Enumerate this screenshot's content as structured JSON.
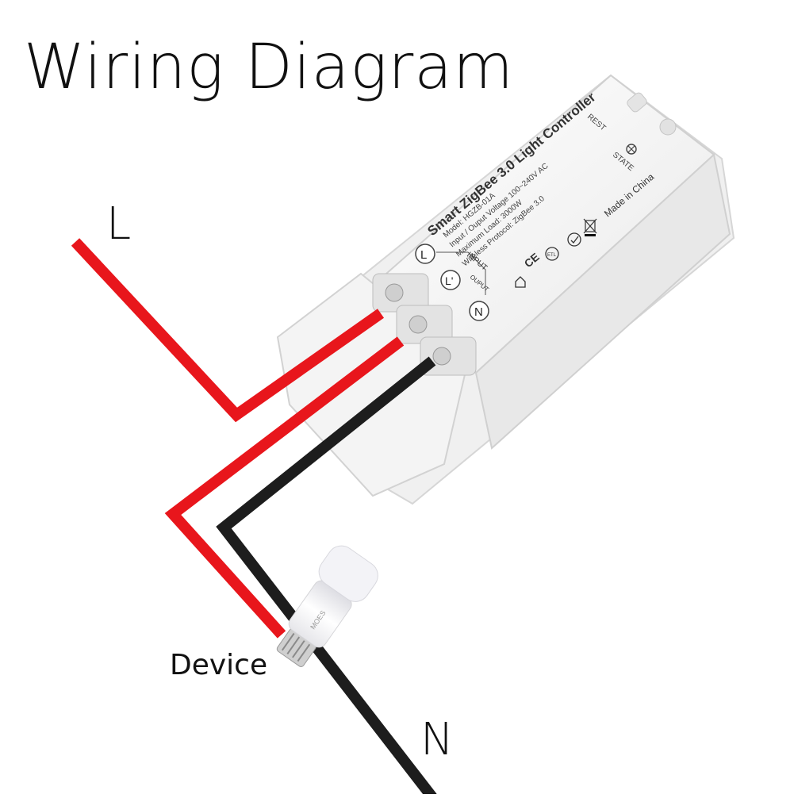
{
  "title": "Wiring Diagram",
  "wire_labels": {
    "line": "L",
    "neutral": "N"
  },
  "device_label": "Device",
  "controller": {
    "name": "Smart ZigBee 3.0 Light Controller",
    "specs": [
      "Model: HGZB-01A",
      "Input / Ouput Voltage 100~240V AC",
      "Maximum Load: 3000W",
      "Wireless Protocol: ZigBee 3.0"
    ],
    "reset_label": "REST",
    "state_label": "STATE",
    "made_in": "Made in China",
    "input_label": "INPUT",
    "output_label": "OUPUT",
    "terminals": [
      "L",
      "L'",
      "N"
    ],
    "marks": [
      "CE",
      "ETL"
    ]
  },
  "bulb_brand": "MOES",
  "colors": {
    "live": "#e8161c",
    "neutral": "#1d1d1d",
    "housing": "#f7f7f7",
    "terminal": "#e3e3e3"
  }
}
